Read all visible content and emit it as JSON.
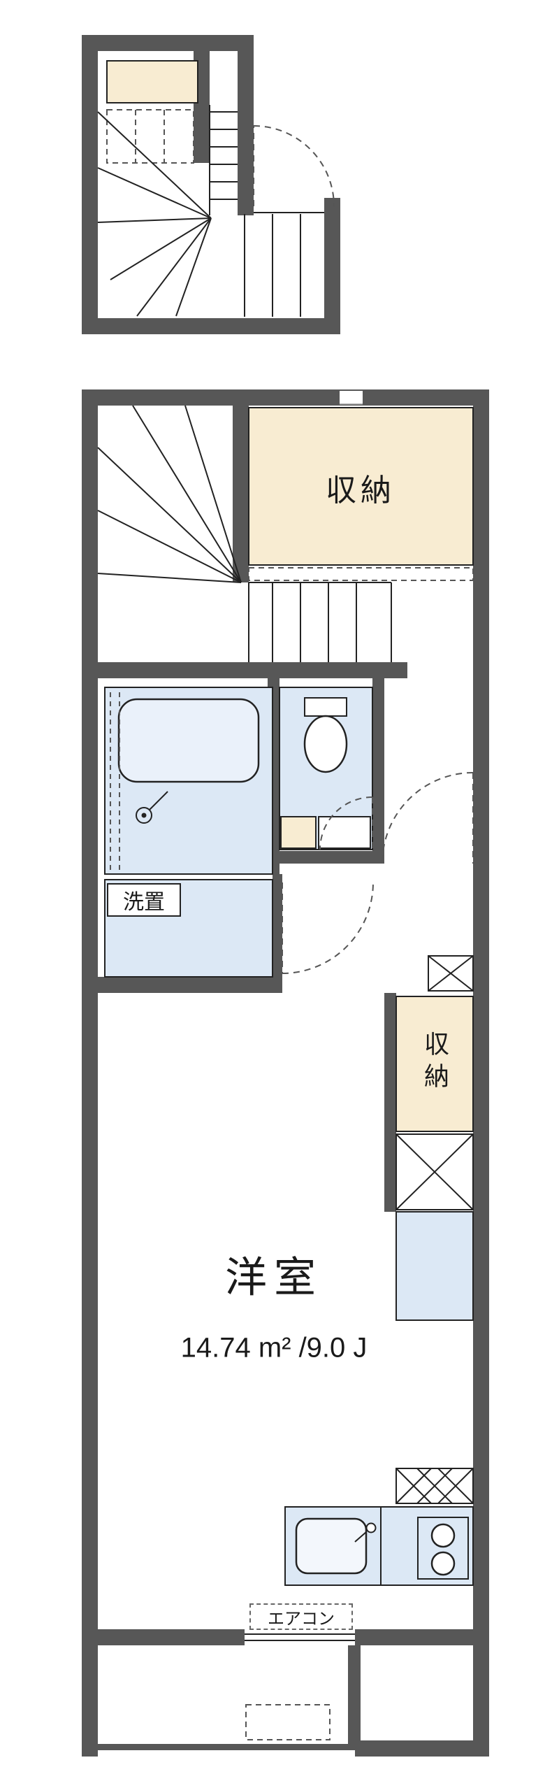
{
  "plan": {
    "labels": {
      "storage_top": "収納",
      "storage_side": "収納",
      "laundry": "洗置",
      "room_name": "洋室",
      "room_area": "14.74 m² /9.0 J",
      "aircon": "エアコン"
    },
    "colors": {
      "wall": "#575757",
      "storage_fill": "#F8ECD2",
      "water_fill": "#DCE8F5",
      "fixture_fill": "#EAF1FA",
      "line": "#222222",
      "dash": "#555555"
    }
  }
}
